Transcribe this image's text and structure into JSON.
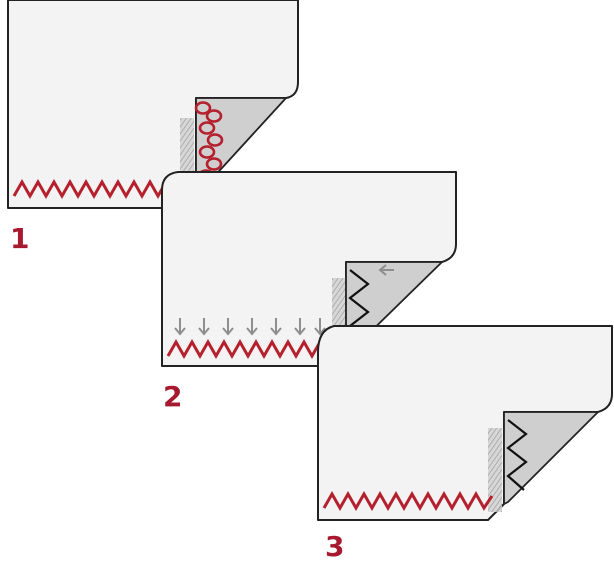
{
  "colors": {
    "stitch_red": "#b5202e",
    "label_red": "#a6192e",
    "fabric": "#f2f2f2",
    "fold_back": "#cfcfcf",
    "outline": "#222222",
    "black_stitch": "#111111",
    "arrow_gray": "#8e8e8e"
  },
  "steps": [
    {
      "label": "1"
    },
    {
      "label": "2"
    },
    {
      "label": "3"
    }
  ]
}
